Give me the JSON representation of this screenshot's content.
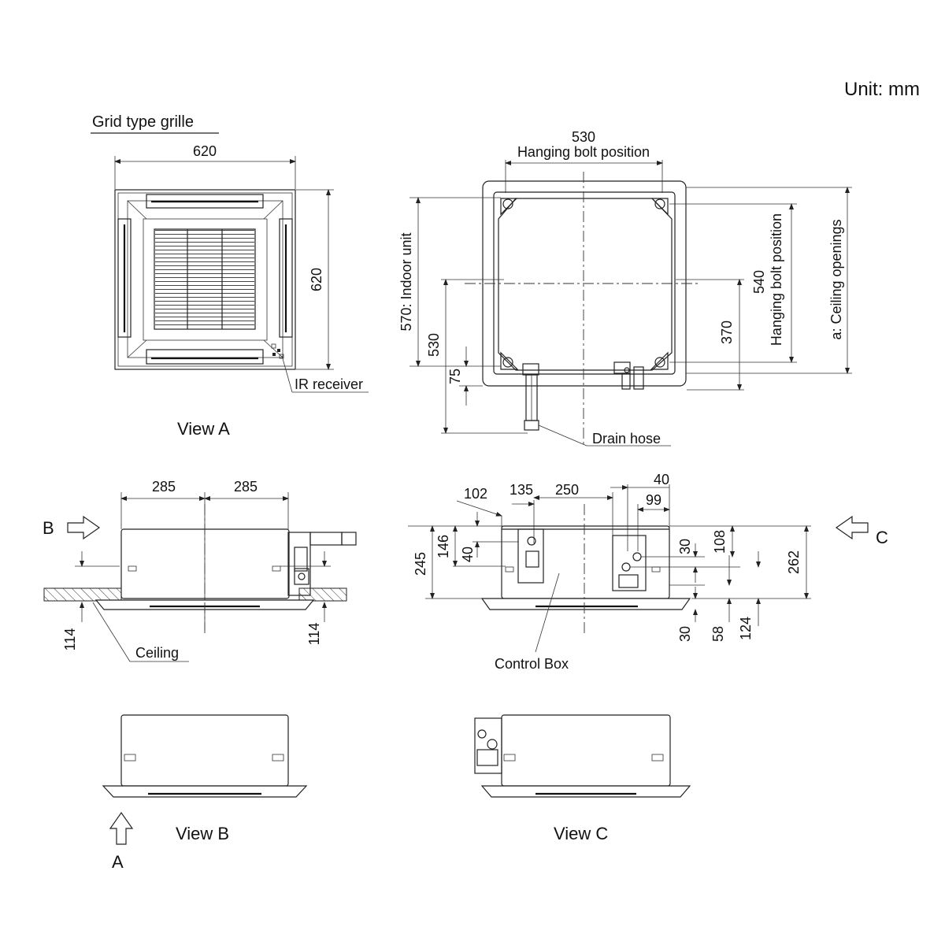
{
  "unit_label": "Unit: mm",
  "grille_title": "Grid type grille",
  "views": {
    "a": "View A",
    "b": "View B",
    "c": "View C"
  },
  "arrows": {
    "a": "A",
    "b": "B",
    "c": "C"
  },
  "labels": {
    "ir_receiver": "IR receiver",
    "drain_hose": "Drain hose",
    "ceiling": "Ceiling",
    "control_box": "Control Box",
    "hanging_bolt_position": "Hanging bolt position",
    "indoor_unit": "570: Indoor unit",
    "ceiling_openings": "a: Ceiling openings"
  },
  "dimensions": {
    "view_a_width": "620",
    "view_a_height": "620",
    "top_bolt_530": "530",
    "left_530": "530",
    "left_75": "75",
    "right_370": "370",
    "right_540": "540",
    "b_285_left": "285",
    "b_285_right": "285",
    "b_114_left": "114",
    "b_114_right": "114",
    "c_102": "102",
    "c_135": "135",
    "c_250": "250",
    "c_40_top": "40",
    "c_99": "99",
    "c_245": "245",
    "c_146": "146",
    "c_40_left": "40",
    "c_30_top": "30",
    "c_108": "108",
    "c_262": "262",
    "c_30_bottom": "30",
    "c_58": "58",
    "c_124": "124"
  }
}
